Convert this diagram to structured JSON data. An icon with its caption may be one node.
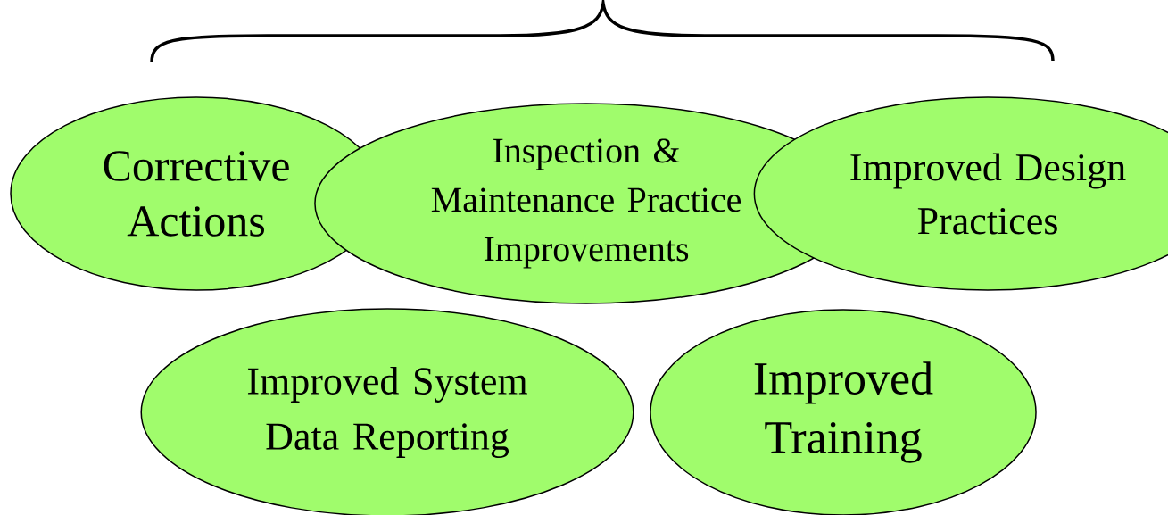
{
  "diagram": {
    "nodes": [
      {
        "text": [
          "Corrective Actions"
        ]
      },
      {
        "text": [
          "Inspection & Maintenance Practice Improvements"
        ]
      },
      {
        "text": [
          "Improved Design Practices"
        ]
      },
      {
        "text": [
          "Improved System Data Reporting"
        ]
      },
      {
        "text": [
          "Improved Training"
        ]
      }
    ]
  }
}
